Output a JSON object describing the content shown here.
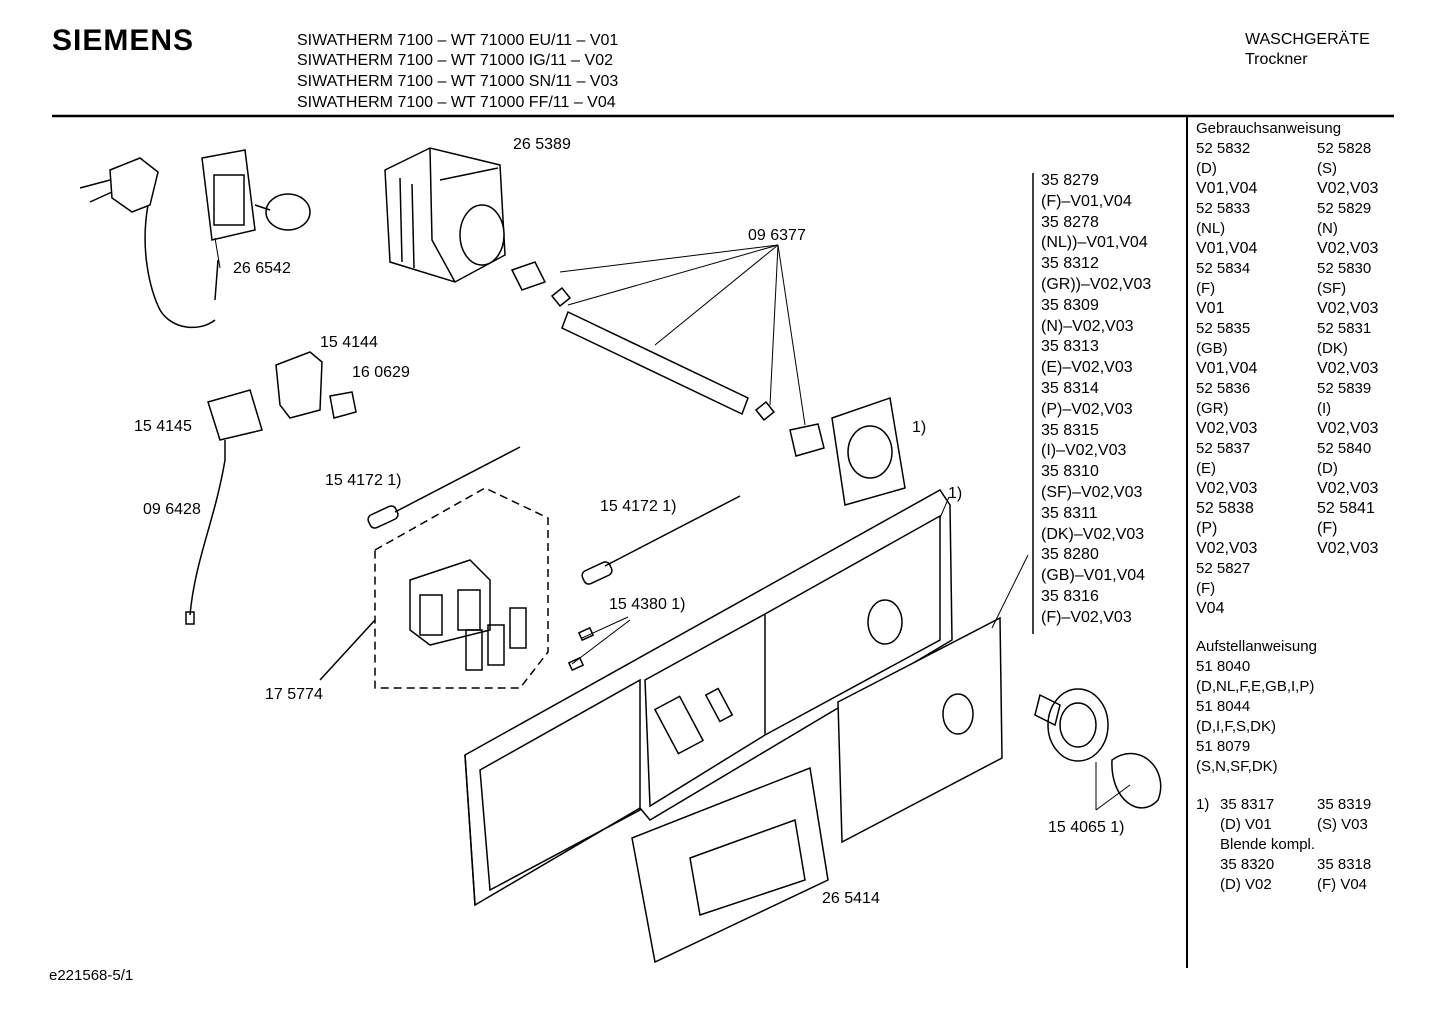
{
  "header": {
    "brand": "SIEMENS",
    "models": [
      "SIWATHERM 7100 – WT 71000 EU/11 – V01",
      "SIWATHERM 7100 – WT 71000 IG/11 – V02",
      "SIWATHERM 7100 – WT 71000 SN/11 – V03",
      "SIWATHERM 7100 – WT 71000 FF/11 – V04"
    ],
    "category": "WASCHGERÄTE",
    "subcategory": "Trockner"
  },
  "parts": {
    "p265389": "26 5389",
    "p266542": "26 6542",
    "p096377": "09 6377",
    "p154144": "15 4144",
    "p160629": "16 0629",
    "p154145": "15 4145",
    "p096428": "09 6428",
    "p154172a": "15 4172 1)",
    "p154172b": "15 4172 1)",
    "p154380": "15 4380 1)",
    "p175774": "17 5774",
    "p265414": "26 5414",
    "p154065": "15 4065 1)",
    "note1a": "1)",
    "note1b": "1)"
  },
  "variants": [
    "35 8279",
    "(F)–V01,V04",
    "35 8278",
    "(NL))–V01,V04",
    "35 8312",
    "(GR))–V02,V03",
    "35 8309",
    "(N)–V02,V03",
    "35 8313",
    "(E)–V02,V03",
    "35 8314",
    "(P)–V02,V03",
    "35 8315",
    "(I)–V02,V03",
    "35 8310",
    "(SF)–V02,V03",
    "35 8311",
    "(DK)–V02,V03",
    "35 8280",
    "(GB)–V01,V04",
    "35 8316",
    "(F)–V02,V03"
  ],
  "sidebar": {
    "manual_title": "Gebrauchsanweisung",
    "manuals": [
      [
        "52 5832",
        "52 5828"
      ],
      [
        "(D)",
        "(S)"
      ],
      [
        "V01,V04",
        "V02,V03"
      ],
      [
        "52 5833",
        "52 5829"
      ],
      [
        "(NL)",
        "(N)"
      ],
      [
        "V01,V04",
        "V02,V03"
      ],
      [
        "52 5834",
        "52 5830"
      ],
      [
        "(F)",
        "(SF)"
      ],
      [
        "V01",
        "V02,V03"
      ],
      [
        "52 5835",
        "52 5831"
      ],
      [
        "(GB)",
        "(DK)"
      ],
      [
        "V01,V04",
        "V02,V03"
      ],
      [
        "52 5836",
        "52 5839"
      ],
      [
        "(GR)",
        "(I)"
      ],
      [
        "V02,V03",
        "V02,V03"
      ],
      [
        "52 5837",
        "52 5840"
      ],
      [
        "(E)",
        "(D)"
      ],
      [
        "V02,V03",
        "V02,V03"
      ],
      [
        "52 5838",
        "52 5841"
      ],
      [
        "(P)",
        "(F)"
      ],
      [
        "V02,V03",
        "V02,V03"
      ],
      [
        "52 5827",
        ""
      ],
      [
        "(F)",
        ""
      ],
      [
        "V04",
        ""
      ]
    ],
    "install_title": "Aufstellanweisung",
    "install": [
      "51 8040",
      "(D,NL,F,E,GB,I,P)",
      "51 8044",
      "(D,I,F,S,DK)",
      "51 8079",
      "(S,N,SF,DK)"
    ],
    "footnote": {
      "mark": "1)",
      "r1c1": "35 8317",
      "r1c2": "35 8319",
      "r2c1": "(D) V01",
      "r2c2": "(S) V03",
      "label": "Blende kompl.",
      "r3c1": "35 8320",
      "r3c2": "35 8318",
      "r4c1": "(D) V02",
      "r4c2": "(F) V04"
    }
  },
  "footer": {
    "code": "e221568-5/1"
  }
}
